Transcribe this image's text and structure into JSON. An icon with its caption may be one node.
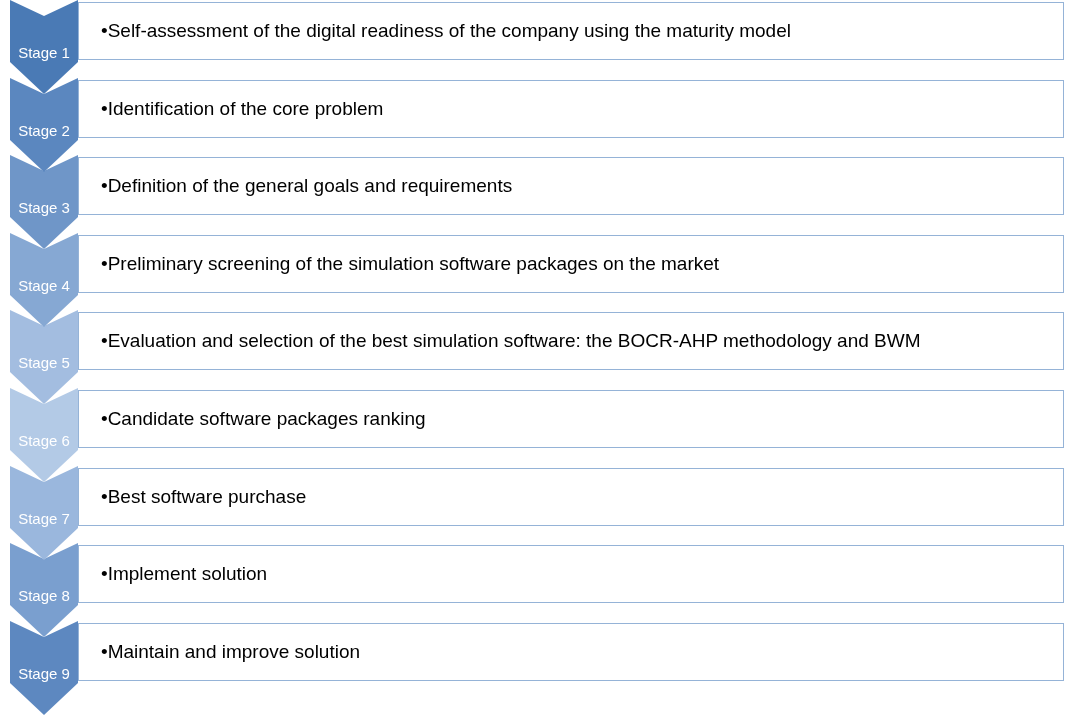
{
  "diagram": {
    "nodes": [
      {
        "text": [
          "Stage 1"
        ]
      },
      {
        "text": [
          "•Self-assessment of the digital readiness of the company using the maturity model"
        ]
      },
      {
        "text": [
          "Stage 2"
        ]
      },
      {
        "text": [
          "•Identification of the core problem"
        ]
      },
      {
        "text": [
          "Stage 3"
        ]
      },
      {
        "text": [
          "•Definition of the general goals and requirements"
        ]
      },
      {
        "text": [
          "Stage 4"
        ]
      },
      {
        "text": [
          "•Preliminary screening of the simulation software packages on the market"
        ]
      },
      {
        "text": [
          "Stage 5"
        ]
      },
      {
        "text": [
          "•Evaluation and selection of the best simulation software: the BOCR-AHP methodology and BWM"
        ]
      },
      {
        "text": [
          "Stage 6"
        ]
      },
      {
        "text": [
          "•Candidate software packages ranking"
        ]
      },
      {
        "text": [
          "Stage 7"
        ]
      },
      {
        "text": [
          "•Best software purchase"
        ]
      },
      {
        "text": [
          "Stage 8"
        ]
      },
      {
        "text": [
          "•Implement solution"
        ]
      },
      {
        "text": [
          "Stage 9"
        ]
      },
      {
        "text": [
          "•Maintain and improve solution"
        ]
      }
    ]
  }
}
